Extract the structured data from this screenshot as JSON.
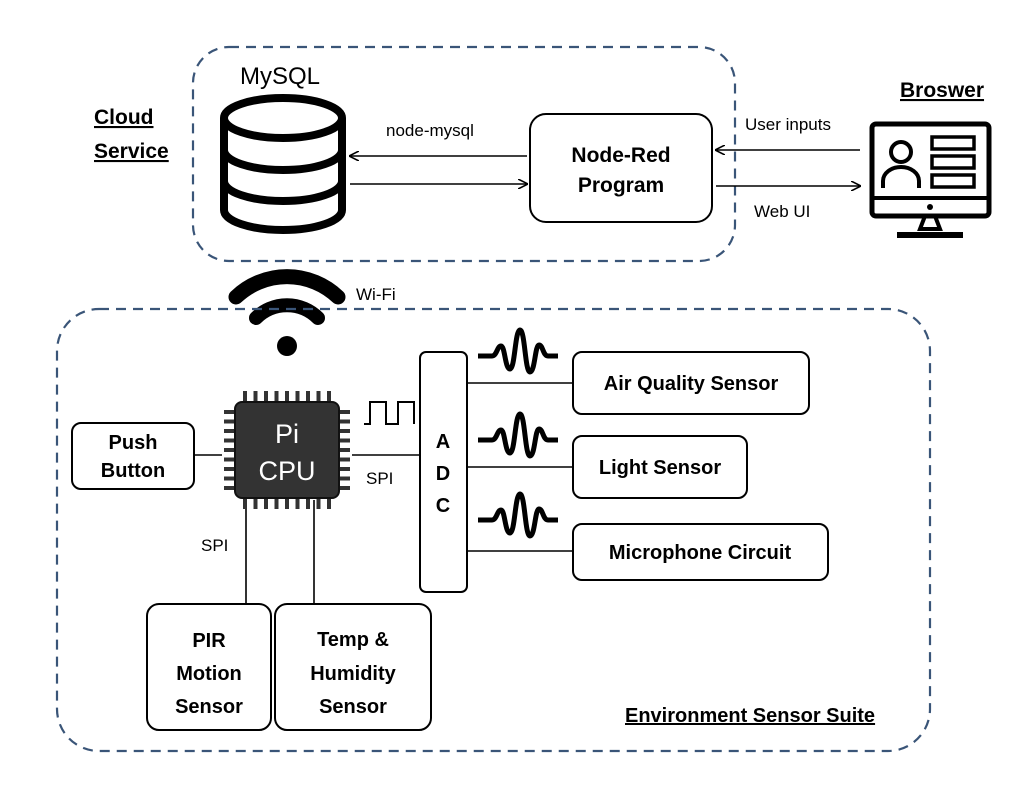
{
  "cloud": {
    "title_line1": "Cloud",
    "title_line2": "Service",
    "db_label": "MySQL",
    "link_label": "node-mysql",
    "program_line1": "Node-Red",
    "program_line2": "Program"
  },
  "browser": {
    "title": "Broswer",
    "user_inputs": "User inputs",
    "web_ui": "Web UI"
  },
  "wifi": {
    "label": "Wi-Fi"
  },
  "suite": {
    "title": "Environment Sensor Suite",
    "cpu_line1": "Pi",
    "cpu_line2": "CPU",
    "adc_letters": [
      "A",
      "D",
      "C"
    ],
    "spi_right": "SPI",
    "spi_bottom": "SPI",
    "push_button_line1": "Push",
    "push_button_line2": "Button",
    "pir_lines": [
      "PIR",
      "Motion",
      "Sensor"
    ],
    "temp_lines": [
      "Temp &",
      "Humidity",
      "Sensor"
    ],
    "air_quality": "Air Quality Sensor",
    "light": "Light Sensor",
    "microphone": "Microphone Circuit"
  },
  "colors": {
    "dashed_border": "#3a5578",
    "line": "#000000",
    "chip_fill": "#333333",
    "chip_text": "#ffffff"
  }
}
